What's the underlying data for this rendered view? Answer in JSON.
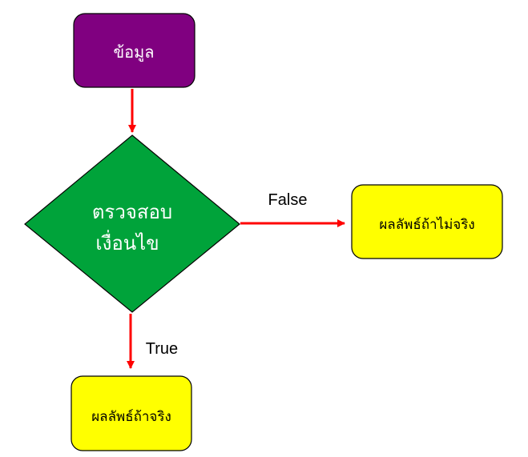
{
  "nodes": {
    "data": {
      "label": "ข้อมูล",
      "fill": "#800080",
      "text_color": "#ffffff"
    },
    "condition": {
      "line1": "ตรวจสอบ",
      "line2": "เงื่อนไข",
      "fill": "#00a33a",
      "text_color": "#ffffff"
    },
    "result_false": {
      "label": "ผลลัพธ์ถ้าไม่จริง",
      "fill": "#ffff00",
      "text_color": "#000000"
    },
    "result_true": {
      "label": "ผลลัพธ์ถ้าจริง",
      "fill": "#ffff00",
      "text_color": "#000000"
    }
  },
  "edges": {
    "false_label": "False",
    "true_label": "True",
    "color": "#ff0000"
  }
}
